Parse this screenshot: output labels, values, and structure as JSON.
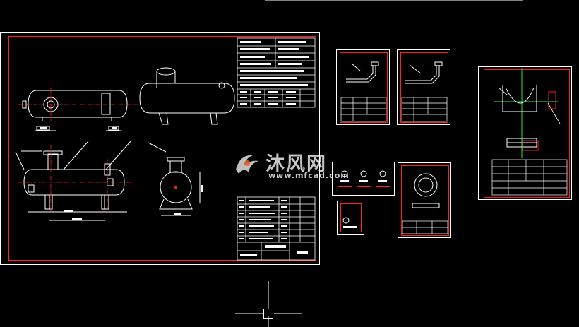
{
  "watermark": {
    "brand": "沐风网",
    "url": "www.mfcad.com"
  },
  "colors": {
    "background": "#000000",
    "frame_line": "#ffffff",
    "border": "#ff2020",
    "axis": "#20c020"
  },
  "sheets": [
    {
      "id": "main-assembly",
      "tables": 2
    },
    {
      "id": "detail-1"
    },
    {
      "id": "detail-2"
    },
    {
      "id": "detail-3"
    },
    {
      "id": "part-sheet-a"
    },
    {
      "id": "part-sheet-b"
    },
    {
      "id": "part-sheet-c"
    },
    {
      "id": "part-sheet-d"
    },
    {
      "id": "detail-4"
    }
  ]
}
